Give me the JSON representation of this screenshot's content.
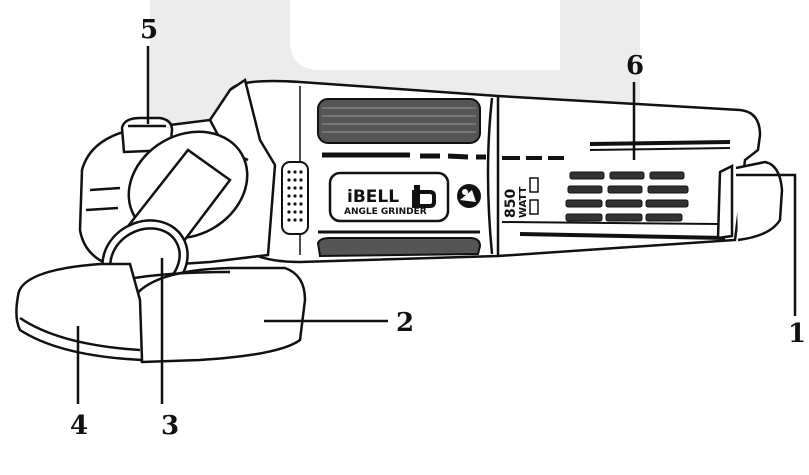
{
  "figure": {
    "type": "product-part-diagram",
    "product_markings": {
      "brand": "iBELL",
      "model_label": "ANGLE GRINDER",
      "power_value": "850",
      "power_unit": "WATT"
    },
    "callouts": [
      {
        "id": "1",
        "label": "1"
      },
      {
        "id": "2",
        "label": "2"
      },
      {
        "id": "3",
        "label": "3"
      },
      {
        "id": "4",
        "label": "4"
      },
      {
        "id": "5",
        "label": "5"
      },
      {
        "id": "6",
        "label": "6"
      }
    ],
    "colors": {
      "line": "#111111",
      "fill": "#ffffff",
      "watermark": "#ececec",
      "shade": "#d9d9d9"
    }
  }
}
